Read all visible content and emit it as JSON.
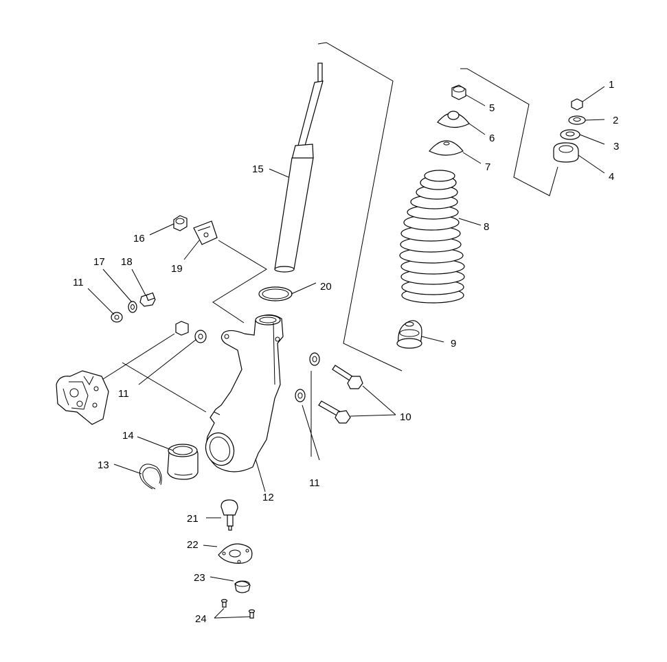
{
  "labels": {
    "p1": "1",
    "p2": "2",
    "p3": "3",
    "p4": "4",
    "p5": "5",
    "p6": "6",
    "p7": "7",
    "p8": "8",
    "p9": "9",
    "p10": "10",
    "p11a": "11",
    "p11b": "11",
    "p11c": "11",
    "p12": "12",
    "p13": "13",
    "p14": "14",
    "p15": "15",
    "p16": "16",
    "p17": "17",
    "p18": "18",
    "p19": "19",
    "p20": "20",
    "p21": "21",
    "p22": "22",
    "p23": "23",
    "p24": "24"
  }
}
